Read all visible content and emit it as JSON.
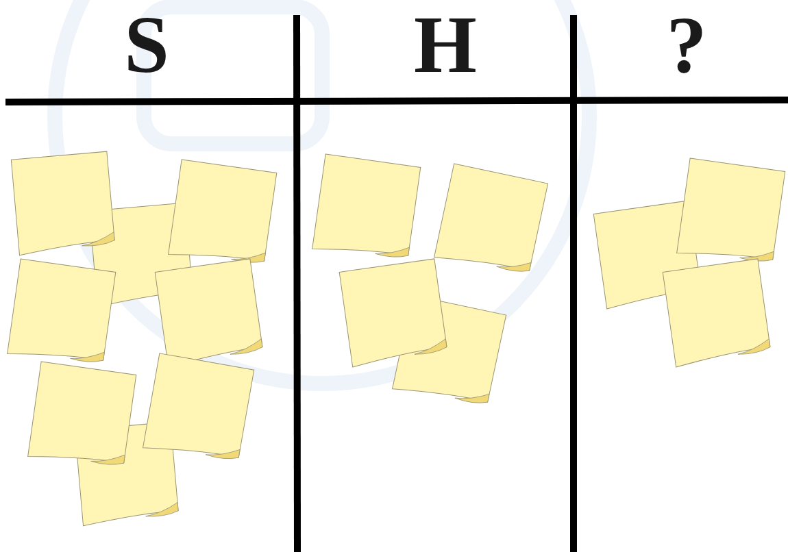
{
  "diagram": {
    "labels": [
      "S",
      "H",
      "?"
    ]
  }
}
